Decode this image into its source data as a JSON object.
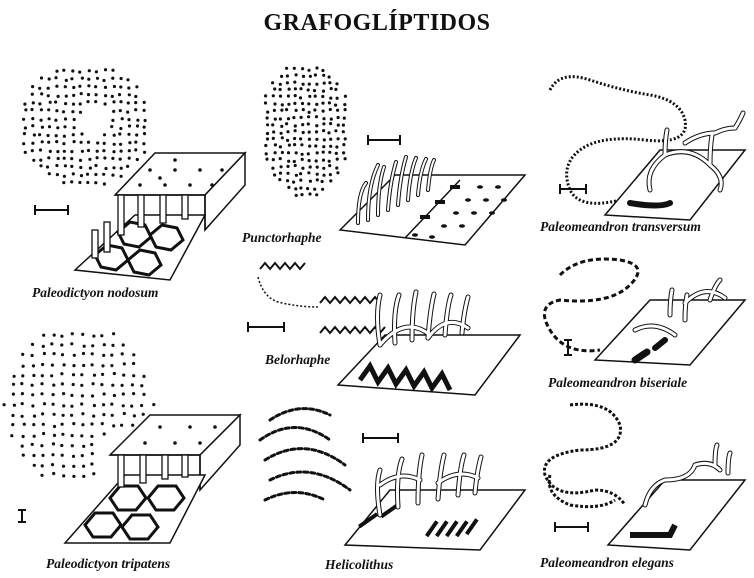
{
  "title": "GRAFOGLÍPTIDOS",
  "captions": {
    "p1": "Paleodictyon nodosum",
    "p2": "Paleodictyon tripatens",
    "p3": "Punctorhaphe",
    "p4": "Belorhaphe",
    "p5": "Helicolithus",
    "p6": "Paleomeandron transversum",
    "p7": "Paleomeandron biseriale",
    "p8": "Paleomeandron elegans"
  }
}
